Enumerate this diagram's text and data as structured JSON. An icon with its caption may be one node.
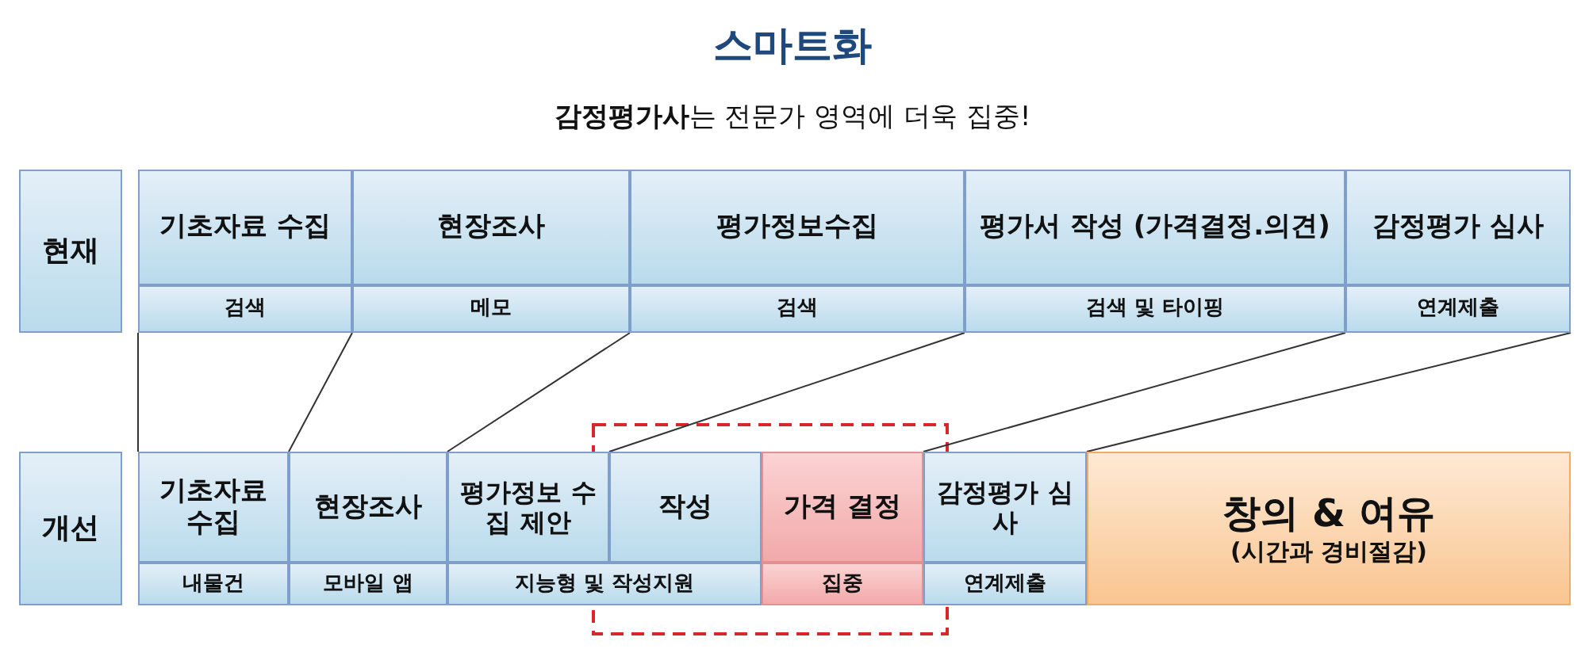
{
  "diagram": {
    "title": "스마트화",
    "nodes": [
      {
        "text": [
          "현재"
        ]
      },
      {
        "text": [
          "기초자료 수집"
        ]
      },
      {
        "text": [
          "검색"
        ]
      },
      {
        "text": [
          "현장조사"
        ]
      },
      {
        "text": [
          "메모"
        ]
      },
      {
        "text": [
          "평가정보수집"
        ]
      },
      {
        "text": [
          "검색"
        ]
      },
      {
        "text": [
          "평가서 작성 (가격결정.의견)"
        ]
      },
      {
        "text": [
          "검색 및 타이핑"
        ]
      },
      {
        "text": [
          "감정평가 심사"
        ]
      },
      {
        "text": [
          "연계제출"
        ]
      },
      {
        "text": [
          "개선"
        ]
      },
      {
        "text": [
          "기초자료 수집"
        ]
      },
      {
        "text": [
          "현장조사"
        ]
      },
      {
        "text": [
          "평가정보 수집 제안"
        ]
      },
      {
        "text": [
          "작성"
        ]
      },
      {
        "text": [
          "가격 결정"
        ]
      },
      {
        "text": [
          "감정평가 심사"
        ]
      },
      {
        "text": [
          "창의 & 여유",
          "(시간과 경비절감)"
        ]
      },
      {
        "text": [
          "내물건"
        ]
      },
      {
        "text": [
          "모바일 앱"
        ]
      },
      {
        "text": [
          "지능형 및 작성지원"
        ]
      },
      {
        "text": [
          "집중"
        ]
      },
      {
        "text": [
          "연계제출"
        ]
      }
    ],
    "edges": [
      {
        "from": 2,
        "to": 12,
        "arrow": "none"
      },
      {
        "from": 4,
        "to": 13,
        "arrow": "none"
      },
      {
        "from": 6,
        "to": 14,
        "arrow": "none"
      },
      {
        "from": 8,
        "to": 15,
        "arrow": "none"
      },
      {
        "from": 10,
        "to": 17,
        "arrow": "none"
      },
      {
        "from": 10,
        "to": 18,
        "arrow": "none"
      }
    ],
    "labels": [
      "**감정평가사**는 전문가 영역에 더욱 집중!"
    ]
  }
}
